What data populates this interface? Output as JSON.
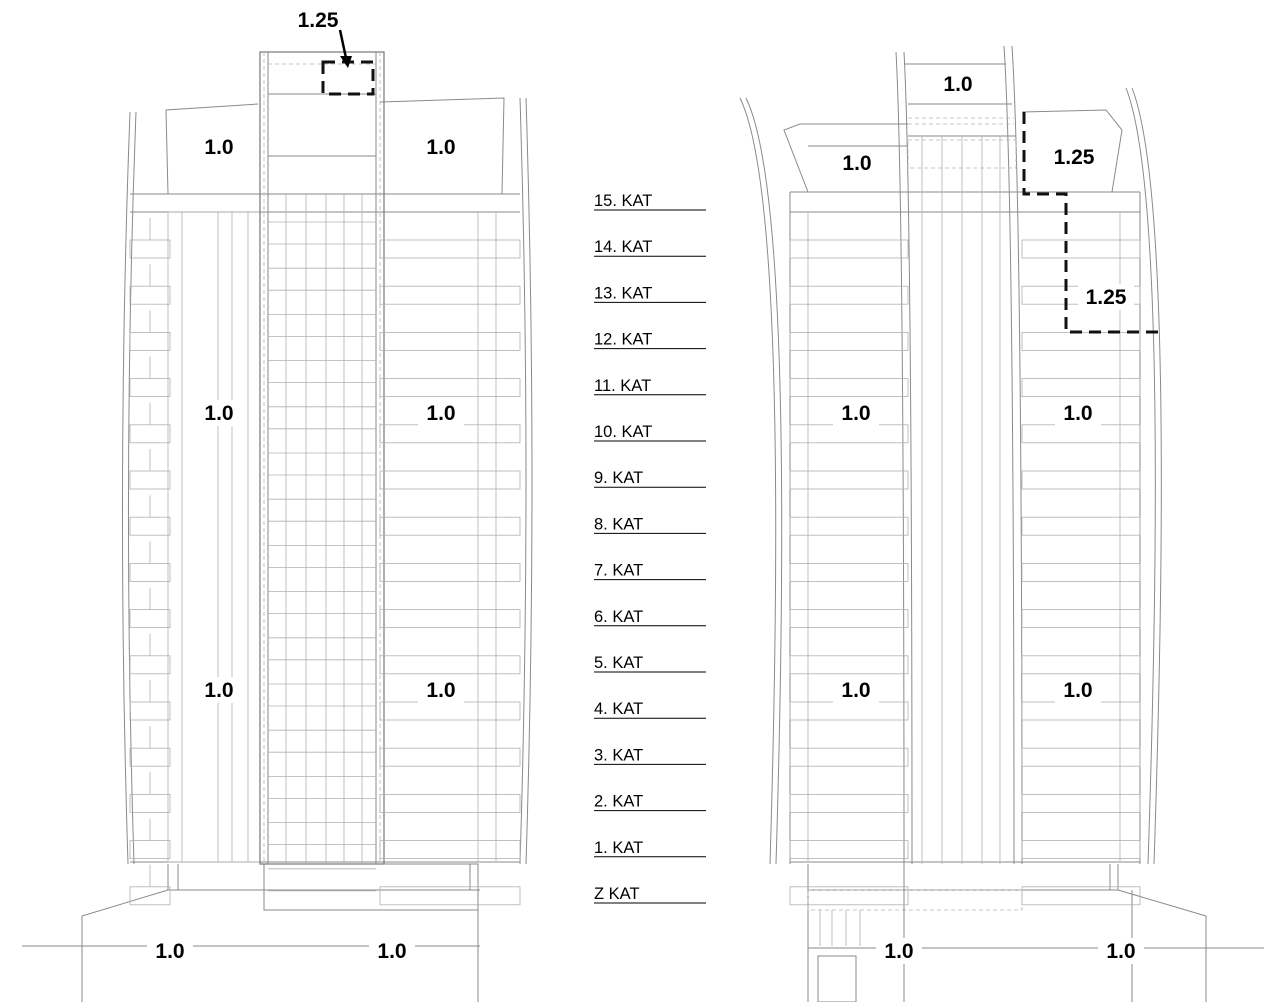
{
  "levels": [
    "15. KAT",
    "14. KAT",
    "13. KAT",
    "12. KAT",
    "11. KAT",
    "10. KAT",
    "9. KAT",
    "8. KAT",
    "7. KAT",
    "6. KAT",
    "5. KAT",
    "4. KAT",
    "3. KAT",
    "2. KAT",
    "1. KAT",
    "Z KAT"
  ],
  "left_elevation": {
    "top_callout": "1.25",
    "roof_left": "1.0",
    "roof_right": "1.0",
    "mid_left": "1.0",
    "mid_right": "1.0",
    "low_left": "1.0",
    "low_right": "1.0",
    "ground_left": "1.0",
    "ground_right": "1.0"
  },
  "right_elevation": {
    "crown": "1.0",
    "roof_left": "1.0",
    "roof_right": "1.25",
    "upper_right": "1.25",
    "mid_left": "1.0",
    "mid_right": "1.0",
    "low_left": "1.0",
    "low_right": "1.0",
    "ground_left": "1.0",
    "ground_right": "1.0"
  }
}
